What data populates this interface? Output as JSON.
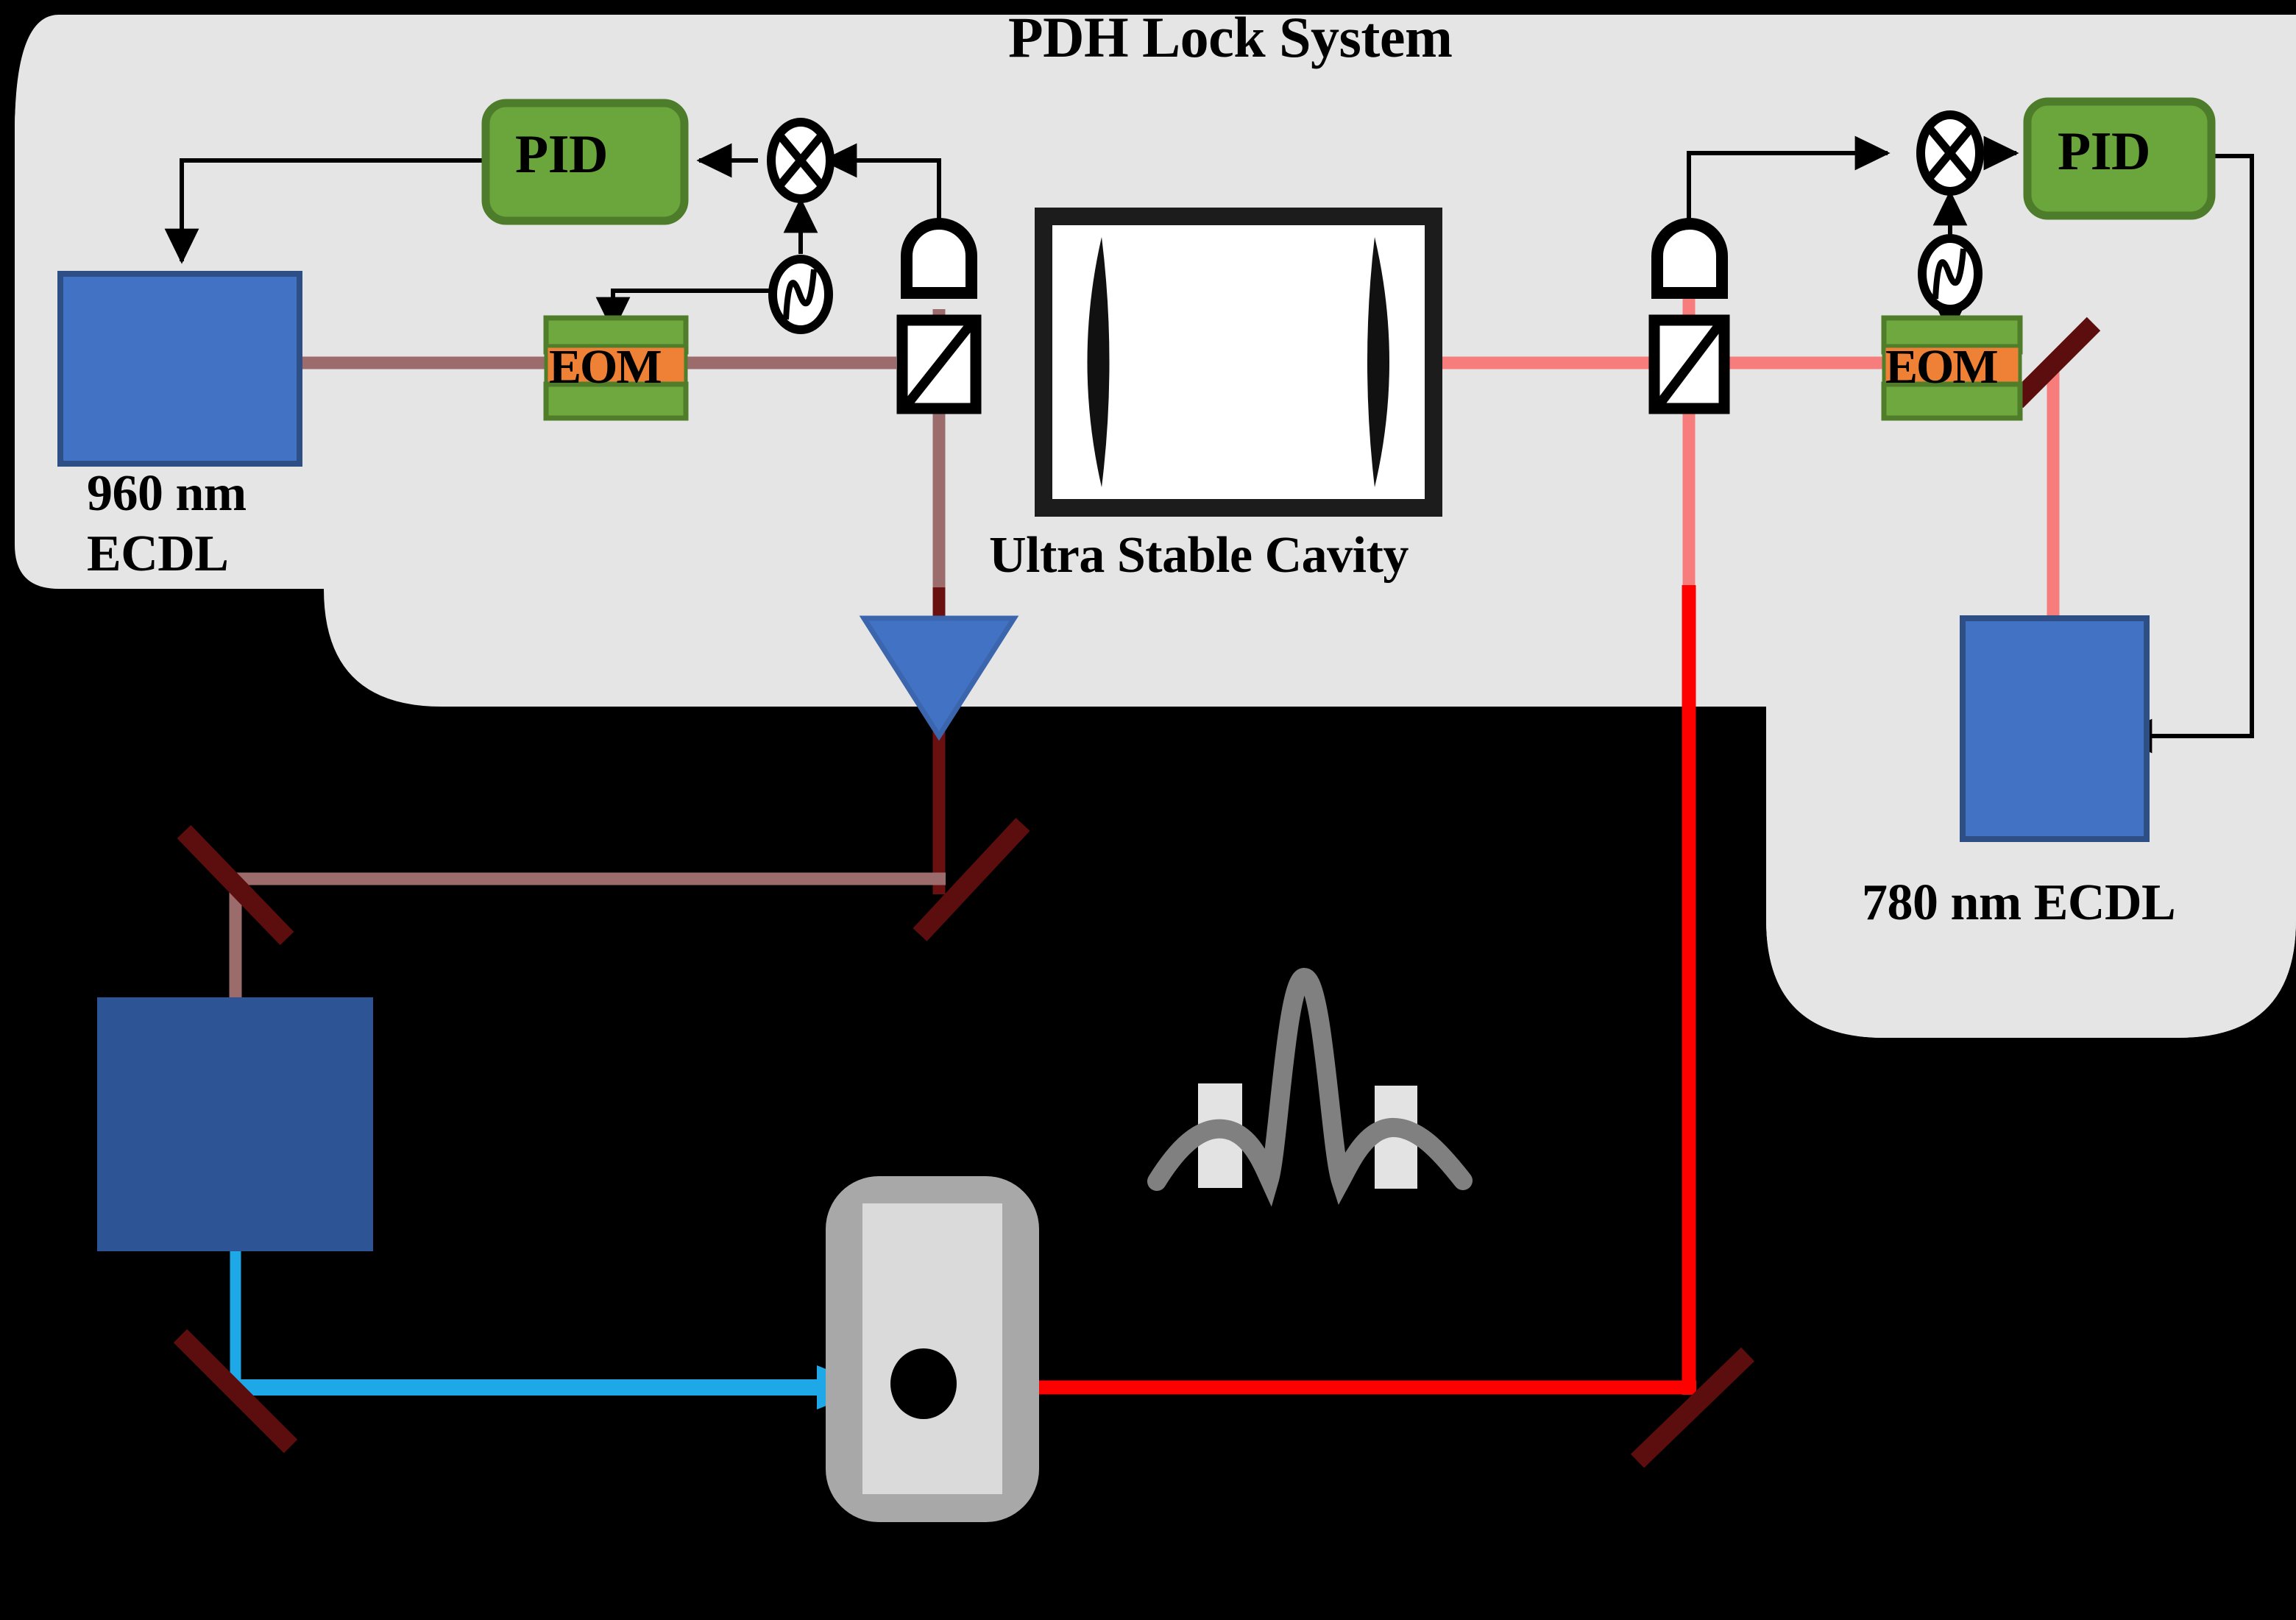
{
  "title": "PDH Lock System",
  "panel": {
    "name": "pdh-lock-system-panel",
    "fill": "#e5e5e5"
  },
  "labels": {
    "title": "PDH Lock System",
    "cavity": "Ultra Stable Cavity",
    "laser_960_line1": "960 nm",
    "laser_960_line2": "ECDL",
    "laser_780": "780 nm ECDL",
    "pid_left": "PID",
    "pid_right": "PID",
    "eom_left": "EOM",
    "eom_right": "EOM"
  },
  "colors": {
    "background": "#000000",
    "panel": "#e5e5e5",
    "laser_box": "#4272c4",
    "laser_box_border": "#2d4f86",
    "doubler_box": "#2d5596",
    "pid_green": "#6aa63c",
    "pid_green_border": "#4d7d2a",
    "eom_orange": "#ef8136",
    "eom_green": "#6fa83f",
    "beam_960": "#9c6b6b",
    "beam_960_dark": "#6b1010",
    "beam_780_light": "#f77d7d",
    "beam_780_bright": "#fd0000",
    "beam_480": "#1fa8e8",
    "mirror": "#5c0d0d",
    "cell_body": "#a8a8a8",
    "cell_inner": "#dadada",
    "signal_curve": "#808080",
    "signal_bar": "#e3e3e3",
    "wire": "#000000"
  },
  "components": [
    {
      "id": "laser-960",
      "type": "laser",
      "label": "960 nm ECDL"
    },
    {
      "id": "eom-960",
      "type": "eom",
      "label": "EOM"
    },
    {
      "id": "pbs-960",
      "type": "polarizing-beam-splitter",
      "label": ""
    },
    {
      "id": "photodetector-960",
      "type": "photodetector",
      "label": ""
    },
    {
      "id": "oscillator-960",
      "type": "local-oscillator",
      "label": ""
    },
    {
      "id": "mixer-960",
      "type": "mixer",
      "label": ""
    },
    {
      "id": "pid-960",
      "type": "pid-controller",
      "label": "PID"
    },
    {
      "id": "ultra-stable-cavity",
      "type": "optical-cavity",
      "label": "Ultra Stable Cavity"
    },
    {
      "id": "pbs-780",
      "type": "polarizing-beam-splitter",
      "label": ""
    },
    {
      "id": "photodetector-780",
      "type": "photodetector",
      "label": ""
    },
    {
      "id": "eom-780",
      "type": "eom",
      "label": "EOM"
    },
    {
      "id": "oscillator-780",
      "type": "local-oscillator",
      "label": ""
    },
    {
      "id": "mixer-780",
      "type": "mixer",
      "label": ""
    },
    {
      "id": "pid-780",
      "type": "pid-controller",
      "label": "PID"
    },
    {
      "id": "laser-780",
      "type": "laser",
      "label": "780 nm ECDL"
    },
    {
      "id": "frequency-doubler",
      "type": "shg-prism",
      "label": ""
    },
    {
      "id": "doubling-cavity",
      "type": "doubling-cavity",
      "label": ""
    },
    {
      "id": "vapor-cell",
      "type": "atomic-vapor-cell",
      "label": ""
    },
    {
      "id": "signal-trace",
      "type": "spectrum-signal",
      "label": ""
    }
  ]
}
